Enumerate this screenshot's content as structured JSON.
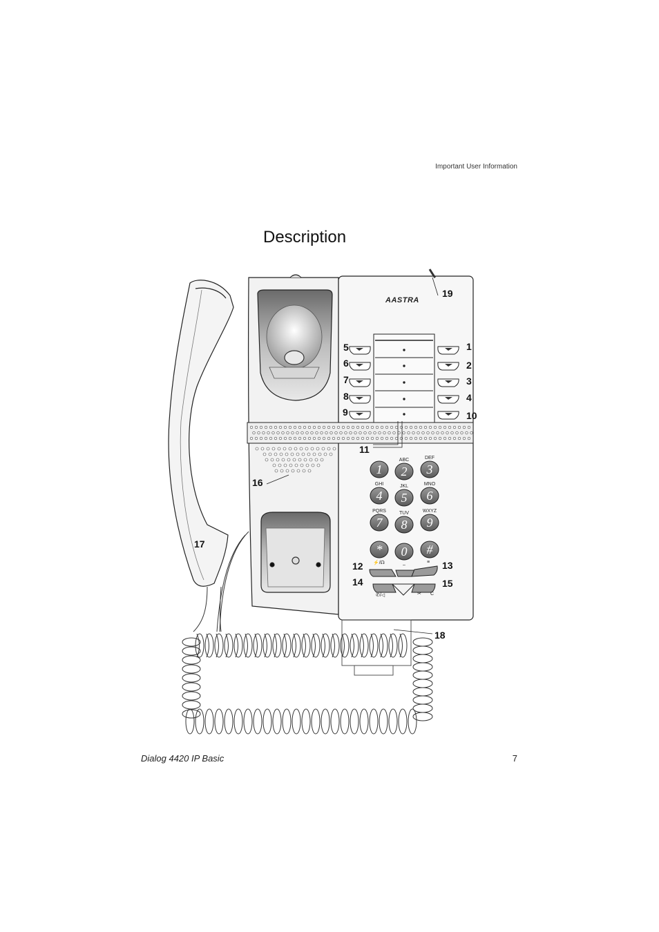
{
  "header": {
    "section": "Important User Information"
  },
  "page": {
    "title": "Description"
  },
  "footer": {
    "product": "Dialog 4420 IP Basic",
    "page_number": "7"
  },
  "phone": {
    "brand": "AASTRA",
    "callouts": [
      "1",
      "2",
      "3",
      "4",
      "5",
      "6",
      "7",
      "8",
      "9",
      "10",
      "11",
      "12",
      "13",
      "14",
      "15",
      "16",
      "17",
      "18",
      "19"
    ],
    "keypad": [
      {
        "digit": "1",
        "letters": ""
      },
      {
        "digit": "2",
        "letters": "ABC"
      },
      {
        "digit": "3",
        "letters": "DEF"
      },
      {
        "digit": "4",
        "letters": "GHI"
      },
      {
        "digit": "5",
        "letters": "JKL"
      },
      {
        "digit": "6",
        "letters": "MNO"
      },
      {
        "digit": "7",
        "letters": "PQRS"
      },
      {
        "digit": "8",
        "letters": "TUV"
      },
      {
        "digit": "9",
        "letters": "WXYZ"
      },
      {
        "digit": "*",
        "letters": ""
      },
      {
        "digit": "0",
        "letters": ""
      },
      {
        "digit": "#",
        "letters": ""
      }
    ],
    "volume_minus": "–",
    "clear_label": "C"
  }
}
